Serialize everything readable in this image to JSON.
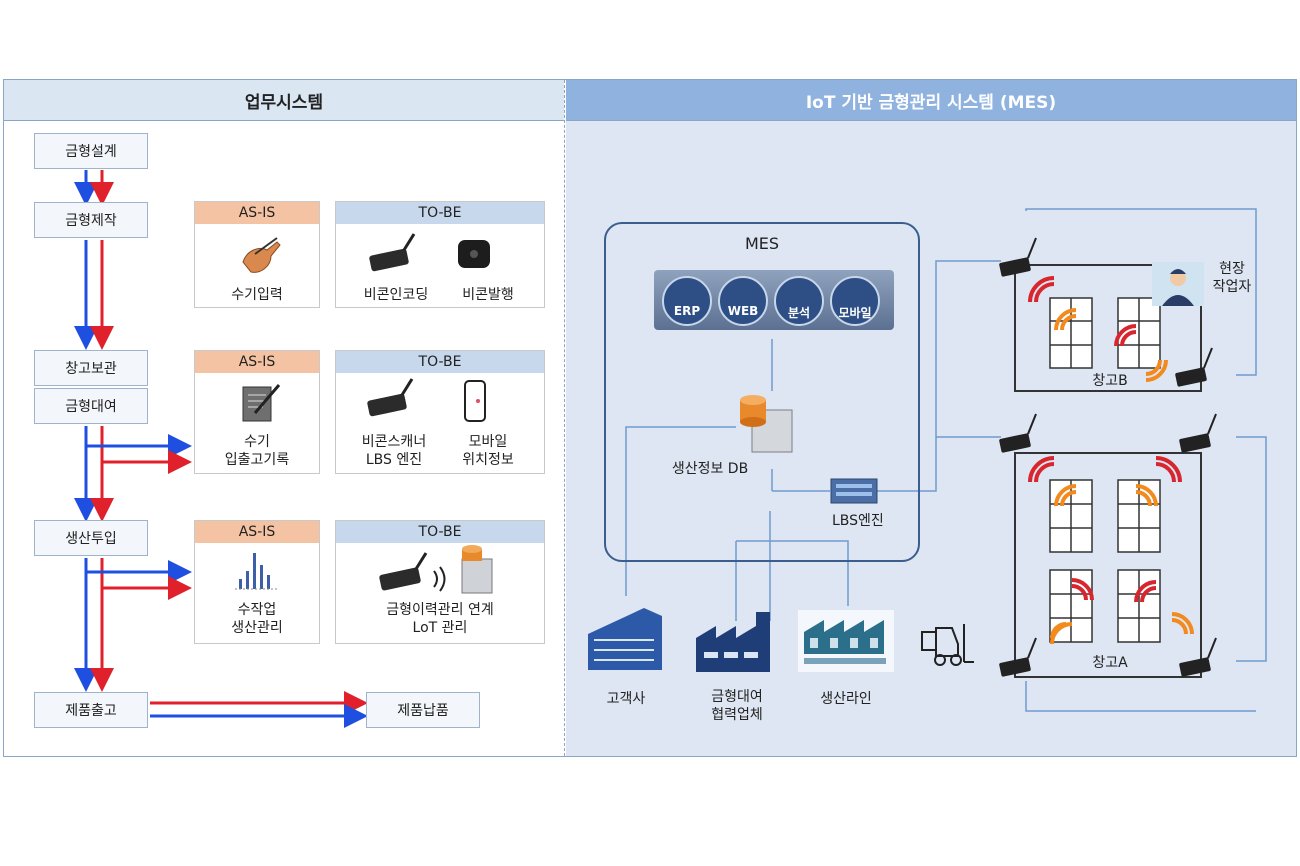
{
  "left_title": "업무시스템",
  "right_title": "IoT 기반 금형관리 시스템 (MES)",
  "process": {
    "design": "금형설계",
    "make": "금형제작",
    "store": "창고보관",
    "lend": "금형대여",
    "input": "생산투입",
    "ship": "제품출고",
    "deliver": "제품납품"
  },
  "cards": {
    "asis": "AS-IS",
    "tobe": "TO-BE",
    "row1": {
      "asis_label": "수기입력",
      "tobe_a": "비콘인코딩",
      "tobe_b": "비콘발행"
    },
    "row2": {
      "asis_line1": "수기",
      "asis_line2": "입출고기록",
      "tobe_a1": "비콘스캐너",
      "tobe_a2": "LBS 엔진",
      "tobe_b1": "모바일",
      "tobe_b2": "위치정보"
    },
    "row3": {
      "asis_line1": "수작업",
      "asis_line2": "생산관리",
      "tobe_1": "금형이력관리 연계",
      "tobe_2": "LoT 관리"
    }
  },
  "mes": {
    "title": "MES",
    "modules": [
      "ERP",
      "WEB",
      "분석",
      "모바일"
    ],
    "db": "생산정보 DB",
    "lbs": "LBS엔진",
    "customer": "고객사",
    "partner1": "금형대여",
    "partner2": "협력업체",
    "line": "생산라인",
    "warehouse_b": "창고B",
    "warehouse_a": "창고A",
    "worker1": "현장",
    "worker2": "작업자"
  },
  "colors": {
    "blue_arrow": "#1f4fe0",
    "red_arrow": "#e0202a",
    "signal_red": "#d8262e",
    "signal_orange": "#f28a1e"
  }
}
